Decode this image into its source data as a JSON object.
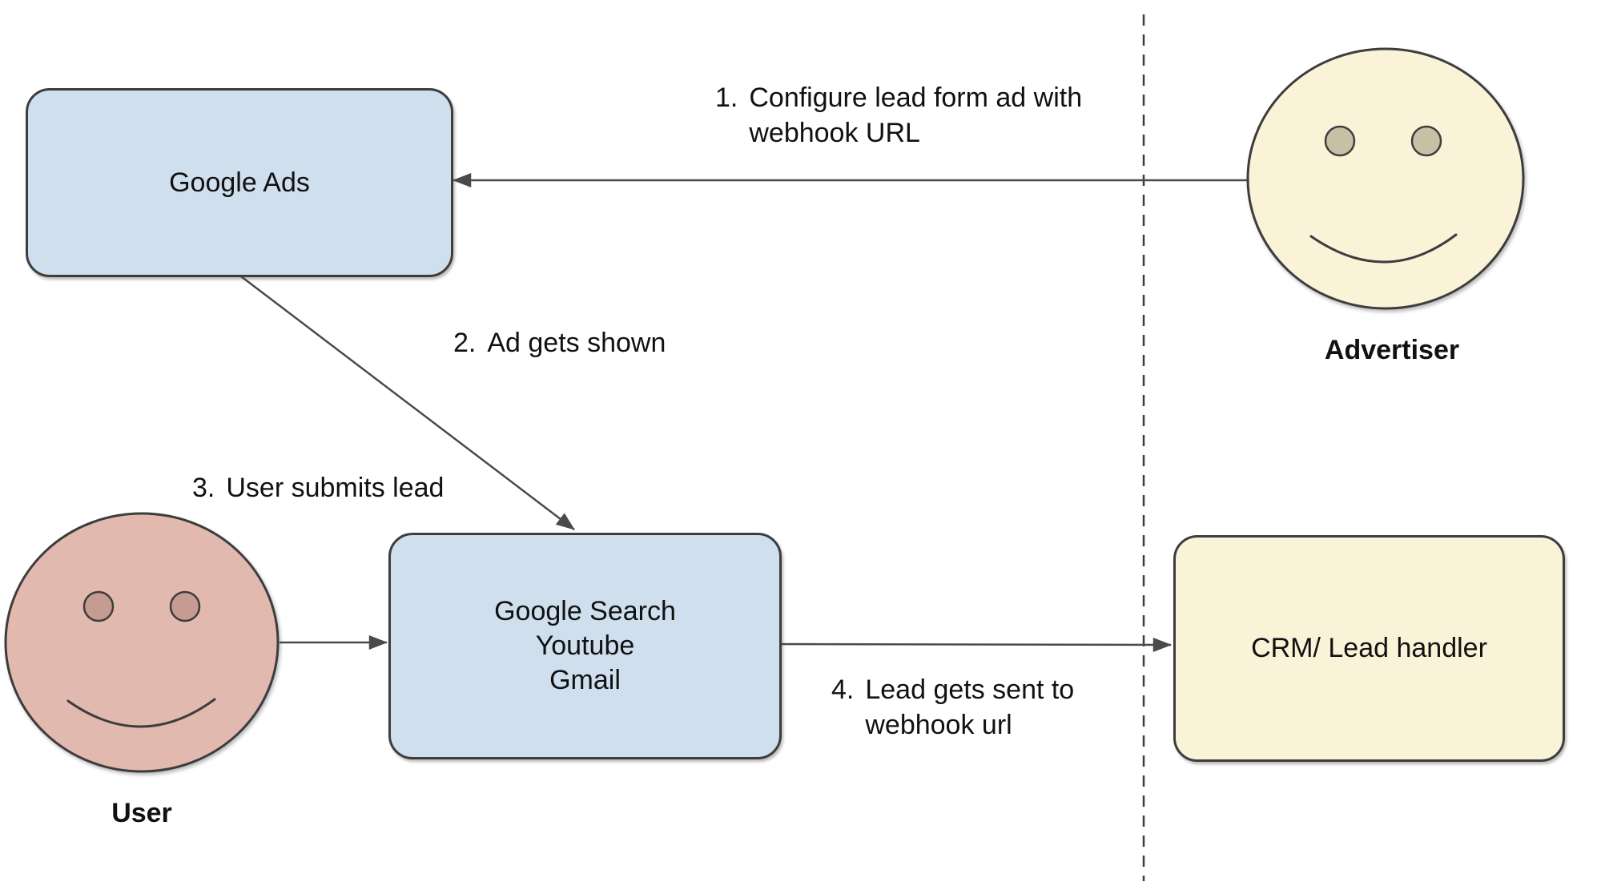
{
  "colors": {
    "box_blue": "#cfdfee",
    "box_yellow": "#faf3d8",
    "face_yellow": "#faf3d8",
    "face_pink": "#e2b9ae",
    "eye_tan": "#c7c0a5",
    "eye_pink": "#c69b91",
    "stroke_dark": "#3d3d3d",
    "arrow": "#4a4a4a",
    "text": "#111111"
  },
  "nodes": {
    "google_ads": {
      "label": "Google Ads"
    },
    "google_surfaces": {
      "lines": [
        "Google Search",
        "Youtube",
        "Gmail"
      ]
    },
    "crm": {
      "label": "CRM/ Lead handler"
    },
    "advertiser": {
      "label": "Advertiser"
    },
    "user": {
      "label": "User"
    }
  },
  "steps": [
    {
      "number": "1.",
      "lines": [
        "Configure lead form ad with",
        "webhook URL"
      ]
    },
    {
      "number": "2.",
      "lines": [
        "Ad gets shown"
      ]
    },
    {
      "number": "3.",
      "lines": [
        "User submits lead"
      ]
    },
    {
      "number": "4.",
      "lines": [
        "Lead gets sent to",
        "webhook url"
      ]
    }
  ]
}
